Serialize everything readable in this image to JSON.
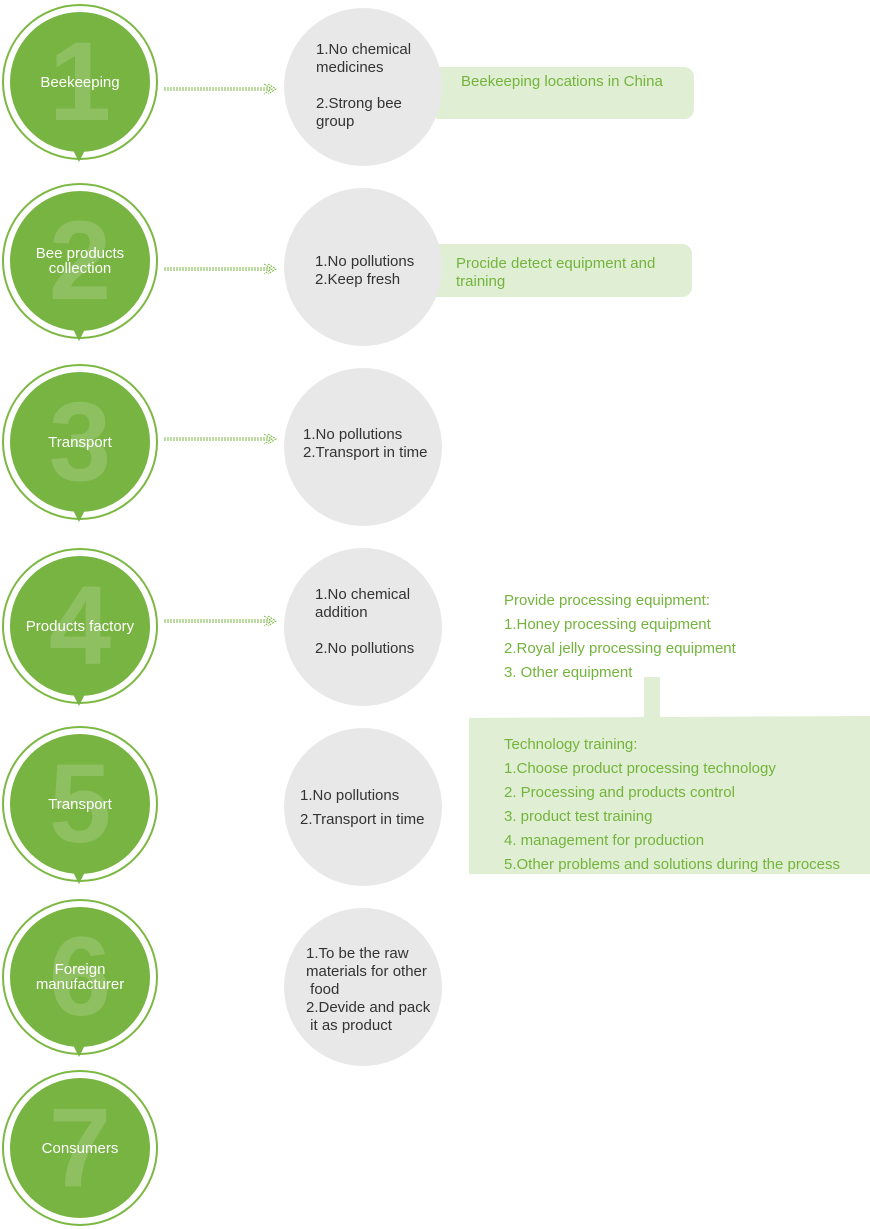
{
  "colors": {
    "step_green": "#77b441",
    "ring_green": "#7cb843",
    "note_gray": "#e8e8e8",
    "box_green": "#e0eed3",
    "text_green": "#73b43c",
    "text_dark": "#333333"
  },
  "steps": [
    {
      "number": "1",
      "label": "Beekeeping",
      "notes": [
        "1.No chemical",
        "medicines",
        "",
        "2.Strong bee",
        "group"
      ]
    },
    {
      "number": "2",
      "label": "Bee products collection",
      "notes": [
        "1.No pollutions",
        "2.Keep fresh"
      ]
    },
    {
      "number": "3",
      "label": "Transport",
      "notes": [
        "1.No pollutions",
        "2.Transport in time"
      ]
    },
    {
      "number": "4",
      "label": "Products factory",
      "notes": [
        "1.No chemical",
        "addition",
        "",
        "2.No pollutions"
      ]
    },
    {
      "number": "5",
      "label": "Transport",
      "notes": [
        "1.No pollutions",
        "2.Transport in time"
      ]
    },
    {
      "number": "6",
      "label": "Foreign manufacturer",
      "notes": [
        "1.To be the raw",
        "materials for other",
        " food",
        "2.Devide and pack",
        " it as product"
      ]
    },
    {
      "number": "7",
      "label": "Consumers"
    }
  ],
  "boxes": {
    "beekeeping": "Beekeeping locations in China",
    "detect": "Procide detect equipment and training"
  },
  "support": {
    "processing": [
      "Provide processing equipment:",
      "1.Honey processing equipment",
      "2.Royal jelly processing equipment",
      "3. Other equipment"
    ],
    "training": [
      "Technology training:",
      "1.Choose product processing technology",
      "2. Processing and products control",
      "3. product test training",
      "4. management for production",
      "5.Other problems and solutions during the process"
    ]
  }
}
